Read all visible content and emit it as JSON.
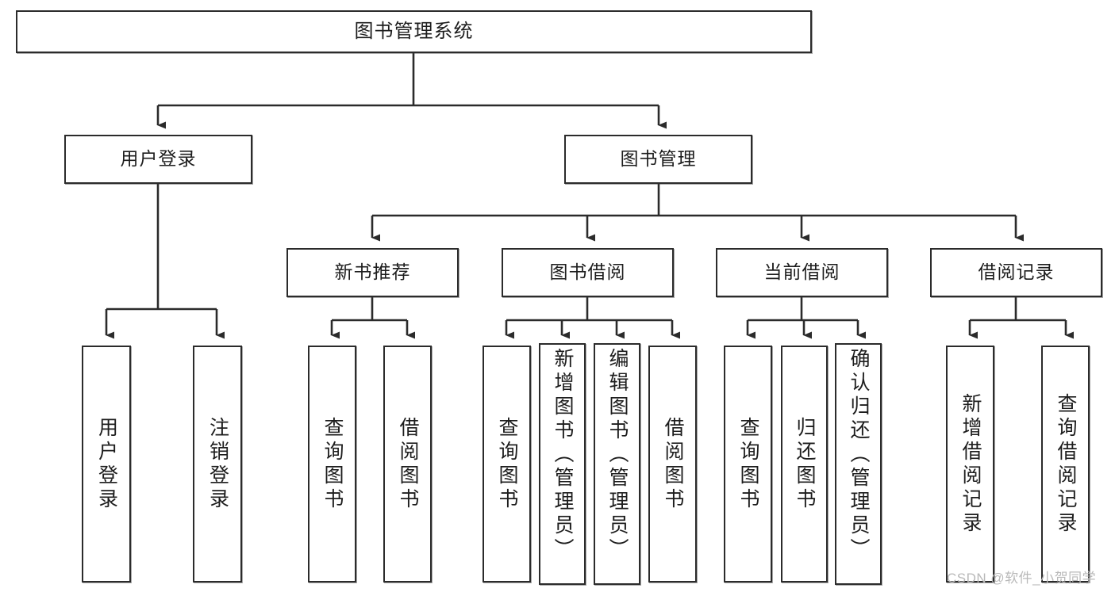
{
  "diagram": {
    "title": "图书管理系统",
    "type": "functional-structure-tree",
    "watermark": "CSDN @软件_小贺同学",
    "colors": {
      "node_border": "#2b2b2b",
      "node_fill": "#ffffff",
      "edge": "#2b2b2b",
      "text": "#1d1d1d",
      "watermark": "#b9b9b9",
      "background": "#ffffff"
    }
  },
  "nodes": {
    "root": {
      "label": "图书管理系统"
    },
    "level2": [
      {
        "id": "user-login",
        "label": "用户登录"
      },
      {
        "id": "book-management",
        "label": "图书管理"
      }
    ],
    "level3": [
      {
        "id": "new-book-recommend",
        "label": "新书推荐"
      },
      {
        "id": "book-borrow",
        "label": "图书借阅"
      },
      {
        "id": "current-borrow",
        "label": "当前借阅"
      },
      {
        "id": "borrow-record",
        "label": "借阅记录"
      }
    ],
    "leaves": {
      "user-login": [
        {
          "id": "leaf-user-login",
          "label": "用户登录"
        },
        {
          "id": "leaf-user-logout",
          "label": "注销登录"
        }
      ],
      "new-book-recommend": [
        {
          "id": "leaf-query-book-1",
          "label": "查询图书"
        },
        {
          "id": "leaf-borrow-book-1",
          "label": "借阅图书"
        }
      ],
      "book-borrow": [
        {
          "id": "leaf-query-book-2",
          "label": "查询图书"
        },
        {
          "id": "leaf-add-book",
          "label": "新增图书（管理员）"
        },
        {
          "id": "leaf-edit-book",
          "label": "编辑图书（管理员）"
        },
        {
          "id": "leaf-borrow-book-2",
          "label": "借阅图书"
        }
      ],
      "current-borrow": [
        {
          "id": "leaf-query-book-3",
          "label": "查询图书"
        },
        {
          "id": "leaf-return-book",
          "label": "归还图书"
        },
        {
          "id": "leaf-confirm-return",
          "label": "确认归还（管理员）"
        }
      ],
      "borrow-record": [
        {
          "id": "leaf-add-record",
          "label": "新增借阅记录"
        },
        {
          "id": "leaf-query-record",
          "label": "查询借阅记录"
        }
      ]
    }
  }
}
